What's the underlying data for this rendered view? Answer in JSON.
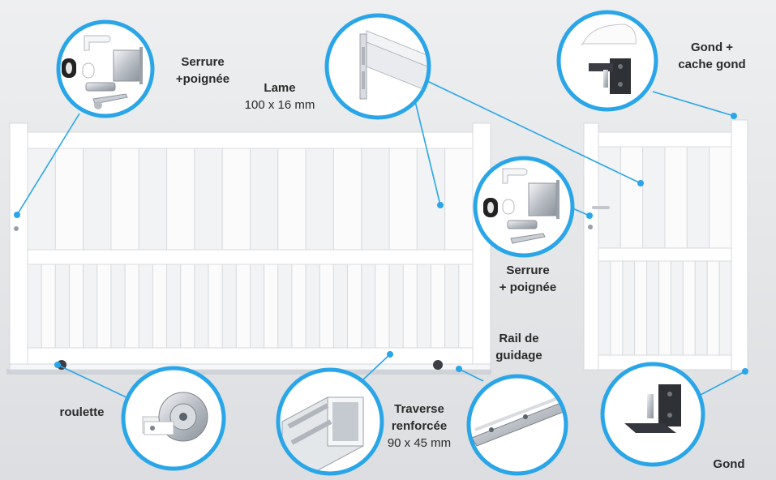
{
  "labels": {
    "serrure_poignee_left": [
      "Serrure",
      "+poignée"
    ],
    "lame": [
      "Lame",
      "100 x 16 mm"
    ],
    "gond_cache": [
      "Gond +",
      "cache gond"
    ],
    "serrure_poignee_right": [
      "Serrure",
      "+ poignée"
    ],
    "rail": [
      "Rail de",
      "guidage"
    ],
    "roulette": "roulette",
    "traverse": [
      "Traverse",
      "renforcée",
      "90 x 45 mm"
    ],
    "gond": "Gond"
  },
  "colors": {
    "background": "#e4e5e7",
    "callout": "#2aa6e8",
    "gate": "#ffffff",
    "gate_line": "#cfd2d6"
  },
  "icons": [
    "handle-icon",
    "lock-body-icon",
    "cylinder-icon",
    "keys-icon",
    "slat-profile-icon",
    "hinge-cover-icon",
    "hinge-icon",
    "wheel-icon",
    "traverse-profile-icon",
    "rail-icon"
  ]
}
